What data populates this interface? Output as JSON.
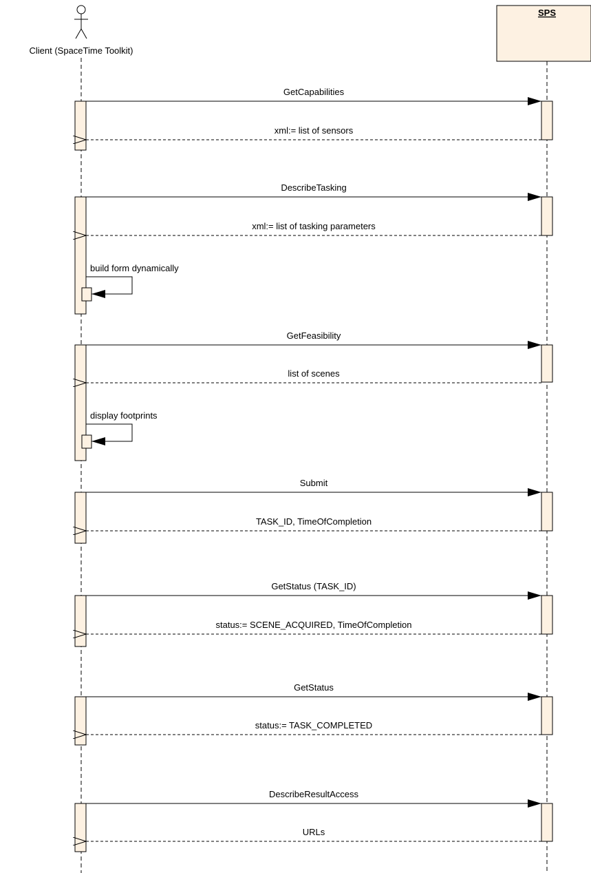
{
  "participants": {
    "client": {
      "label": "Client (SpaceTime Toolkit)"
    },
    "sps": {
      "label": "SPS"
    }
  },
  "messages": [
    {
      "label": "GetCapabilities",
      "kind": "call"
    },
    {
      "label": "xml:= list of sensors",
      "kind": "return"
    },
    {
      "label": "DescribeTasking",
      "kind": "call"
    },
    {
      "label": "xml:= list of tasking parameters",
      "kind": "return"
    },
    {
      "label": "build form dynamically",
      "kind": "self"
    },
    {
      "label": "GetFeasibility",
      "kind": "call"
    },
    {
      "label": "list of scenes",
      "kind": "return"
    },
    {
      "label": "display footprints",
      "kind": "self"
    },
    {
      "label": "Submit",
      "kind": "call"
    },
    {
      "label": "TASK_ID, TimeOfCompletion",
      "kind": "return"
    },
    {
      "label": "GetStatus (TASK_ID)",
      "kind": "call"
    },
    {
      "label": "status:= SCENE_ACQUIRED, TimeOfCompletion",
      "kind": "return"
    },
    {
      "label": "GetStatus",
      "kind": "call"
    },
    {
      "label": "status:= TASK_COMPLETED",
      "kind": "return"
    },
    {
      "label": "DescribeResultAccess",
      "kind": "call"
    },
    {
      "label": "URLs",
      "kind": "return"
    }
  ],
  "colors": {
    "activation_fill": "#fdf1e2",
    "participant_fill": "#fdf1e2",
    "line": "#000000"
  }
}
